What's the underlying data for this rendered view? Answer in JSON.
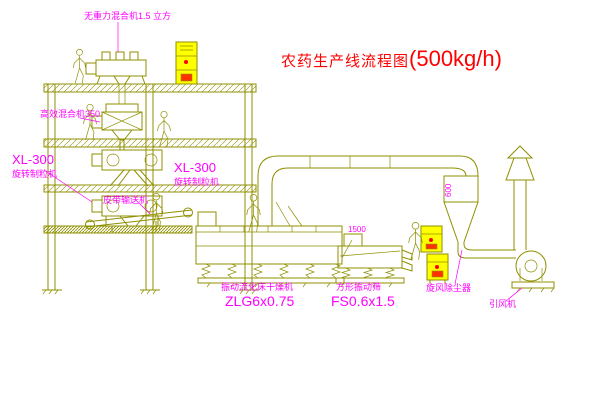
{
  "title": {
    "text": "农药生产线流程图",
    "capacity": "(500kg/h)"
  },
  "labels": {
    "gravity_mixer": "无重力混合机1.5 立方",
    "high_eff_mixer": "高效混合机350",
    "granulator_left_model": "XL-300",
    "granulator_left_name": "旋转制粒机",
    "granulator_mid_model": "XL-300",
    "granulator_mid_name": "旋转制粒机",
    "belt_conveyor": "皮带输送机",
    "dryer_name": "振动流化床干燥机",
    "dryer_model": "ZLG6x0.75",
    "screen_name": "方形振动筛",
    "screen_model": "FS0.6x1.5",
    "cyclone": "旋风除尘器",
    "fan": "引风机",
    "dim_1500": "1500",
    "dim_600": "600"
  },
  "colors": {
    "drawing_line": "#8f8f00",
    "label_magenta": "#ff00ff",
    "title_red": "#ff0000",
    "cabinet_yellow": "#ffff00",
    "background": "#ffffff"
  }
}
